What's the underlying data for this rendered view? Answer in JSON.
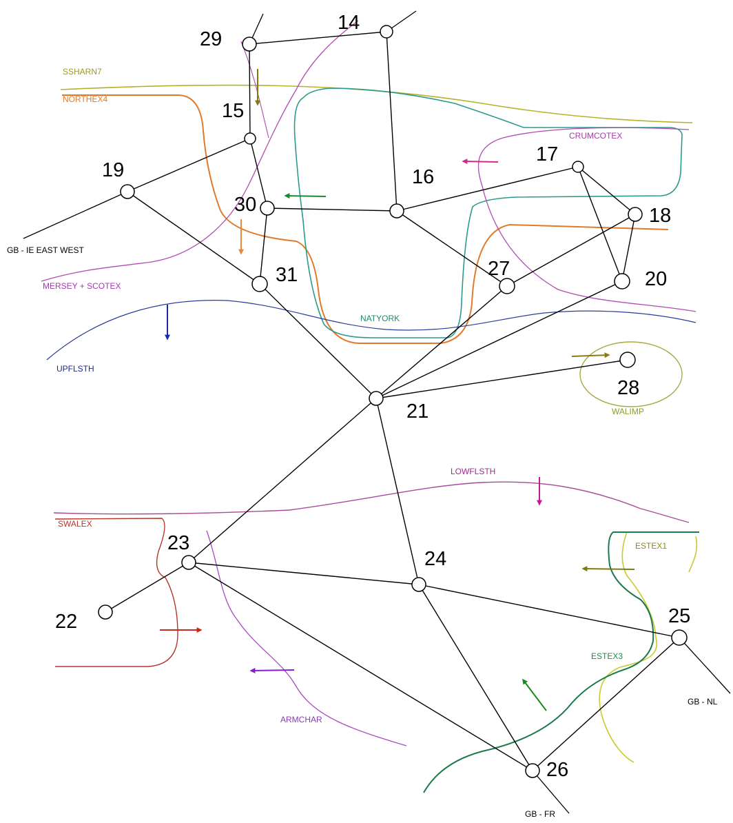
{
  "nodes": [
    {
      "id": "n14",
      "label": "14"
    },
    {
      "id": "n15",
      "label": "15"
    },
    {
      "id": "n16",
      "label": "16"
    },
    {
      "id": "n17",
      "label": "17"
    },
    {
      "id": "n18",
      "label": "18"
    },
    {
      "id": "n19",
      "label": "19"
    },
    {
      "id": "n20",
      "label": "20"
    },
    {
      "id": "n21",
      "label": "21"
    },
    {
      "id": "n22",
      "label": "22"
    },
    {
      "id": "n23",
      "label": "23"
    },
    {
      "id": "n24",
      "label": "24"
    },
    {
      "id": "n25",
      "label": "25"
    },
    {
      "id": "n26",
      "label": "26"
    },
    {
      "id": "n27",
      "label": "27"
    },
    {
      "id": "n28",
      "label": "28"
    },
    {
      "id": "n29",
      "label": "29"
    },
    {
      "id": "n30",
      "label": "30"
    },
    {
      "id": "n31",
      "label": "31"
    }
  ],
  "edges": [
    [
      "n29",
      "n14"
    ],
    [
      "n29",
      "n15"
    ],
    [
      "n15",
      "n19"
    ],
    [
      "n15",
      "n30"
    ],
    [
      "n14",
      "n16"
    ],
    [
      "n30",
      "n16"
    ],
    [
      "n30",
      "n31"
    ],
    [
      "n16",
      "n17"
    ],
    [
      "n16",
      "n27"
    ],
    [
      "n17",
      "n18"
    ],
    [
      "n17",
      "n20"
    ],
    [
      "n18",
      "n20"
    ],
    [
      "n18",
      "n27"
    ],
    [
      "n19",
      "n31"
    ],
    [
      "n31",
      "n21"
    ],
    [
      "n27",
      "n21"
    ],
    [
      "n20",
      "n21"
    ],
    [
      "n21",
      "n28"
    ],
    [
      "n21",
      "n23"
    ],
    [
      "n21",
      "n24"
    ],
    [
      "n23",
      "n22"
    ],
    [
      "n23",
      "n24"
    ],
    [
      "n23",
      "n26"
    ],
    [
      "n24",
      "n25"
    ],
    [
      "n24",
      "n26"
    ],
    [
      "n25",
      "n26"
    ]
  ],
  "external_links": [
    {
      "id": "gb-ie",
      "label": "GB - IE EAST WEST"
    },
    {
      "id": "gb-nl",
      "label": "GB - NL"
    },
    {
      "id": "gb-fr",
      "label": "GB - FR"
    }
  ],
  "boundaries": [
    {
      "id": "ssharn7",
      "label": "SSHARN7",
      "color": "#9a9a1e"
    },
    {
      "id": "northex4",
      "label": "NORTHEX4",
      "color": "#e07a2a"
    },
    {
      "id": "crumcotex",
      "label": "CRUMCOTEX",
      "color": "#a83aa8"
    },
    {
      "id": "mersey-scotex",
      "label": "MERSEY + SCOTEX",
      "color": "#a23ab0"
    },
    {
      "id": "natyork",
      "label": "NATYORK",
      "color": "#1e8a6a"
    },
    {
      "id": "upflsth",
      "label": "UPFLSTH",
      "color": "#1a2a8a"
    },
    {
      "id": "walimp",
      "label": "WALIMP",
      "color": "#8f9a2a"
    },
    {
      "id": "lowflsth",
      "label": "LOWFLSTH",
      "color": "#a12a8a"
    },
    {
      "id": "swalex",
      "label": "SWALEX",
      "color": "#b5342a"
    },
    {
      "id": "estex1",
      "label": "ESTEX1",
      "color": "#8a8a1a"
    },
    {
      "id": "estex3",
      "label": "ESTEX3",
      "color": "#1a8a4a"
    },
    {
      "id": "armchar",
      "label": "ARMCHAR",
      "color": "#8a3ab0"
    }
  ],
  "arrow_colors": {
    "ssharn7": "#7f7a10",
    "northex4": "#e8883a",
    "natyork": "#1a8a2a",
    "crumcotex": "#d4288a",
    "upflsth": "#1a2aa8",
    "walimp": "#8a7a10",
    "lowflsth": "#c21a8a",
    "estex1": "#7f7a10",
    "swalex": "#c8281a",
    "armchar": "#8a1ad0",
    "estex3": "#1a8a1a"
  }
}
